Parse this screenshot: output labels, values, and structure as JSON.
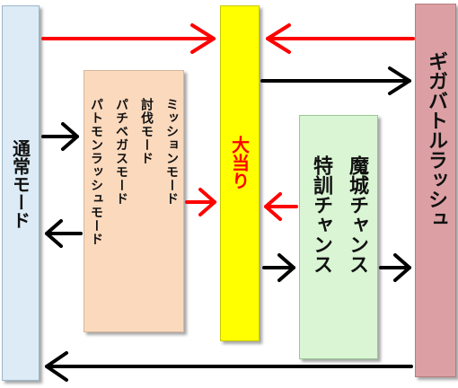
{
  "boxes": {
    "normal": "通常モード",
    "modes": [
      "ミッションモード",
      "討伐モード",
      "パチベガスモード",
      "パトモンラッシュモード"
    ],
    "jackpot": "大当り",
    "chance": [
      "魔城チャンス",
      "特訓チャンス"
    ],
    "giga": "ギガバトルラッシュ"
  },
  "colors": {
    "normal_bg": "#dcebf5",
    "modes_bg": "#fbd9bd",
    "jackpot_bg": "#ffff00",
    "jackpot_text": "#ff0000",
    "chance_bg": "#d9f5d3",
    "giga_bg": "#dca0a4",
    "arrow_red": "#ff0000",
    "arrow_black": "#000000"
  }
}
